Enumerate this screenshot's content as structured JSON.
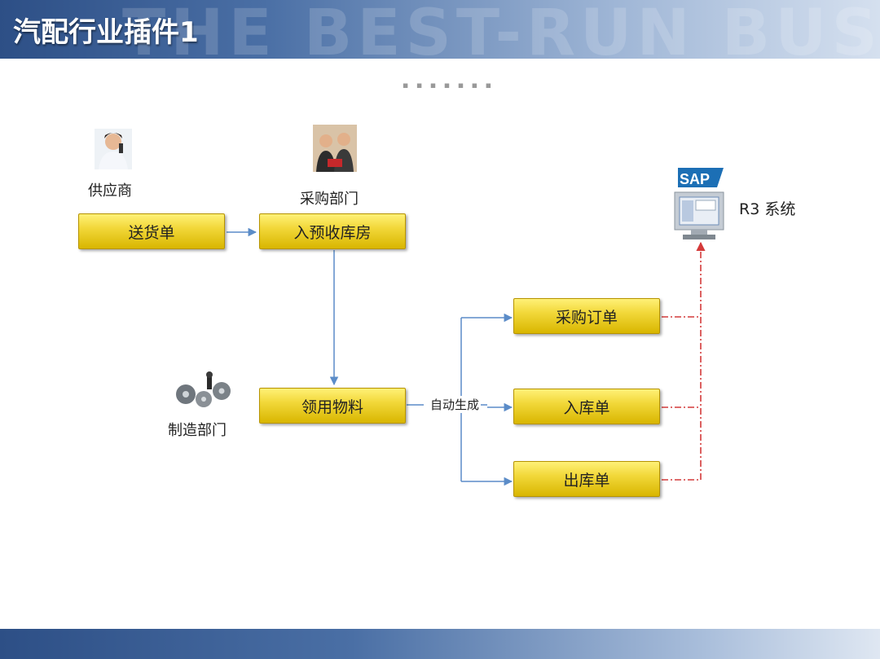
{
  "header": {
    "title": "汽配行业插件1",
    "watermark": "THE BEST-RUN BUSINESS"
  },
  "subtitle": "▪ ▪ ▪ ▪ ▪ ▪ ▪",
  "actors": {
    "supplier": "供应商",
    "purchasing_dept": "采购部门",
    "manufacturing_dept": "制造部门",
    "sap_system": "R3 系统",
    "sap_logo": "SAP"
  },
  "boxes": {
    "delivery_note": "送货单",
    "pre_receipt": "入预收库房",
    "material_issue": "领用物料",
    "purchase_order": "采购订单",
    "goods_receipt": "入库单",
    "goods_issue": "出库单"
  },
  "connector_label": "自动生成",
  "colors": {
    "header": "#2d4f86",
    "box": "#f2d83a",
    "flow_line": "#5b8cc8",
    "sap_line": "#d43a3a"
  }
}
